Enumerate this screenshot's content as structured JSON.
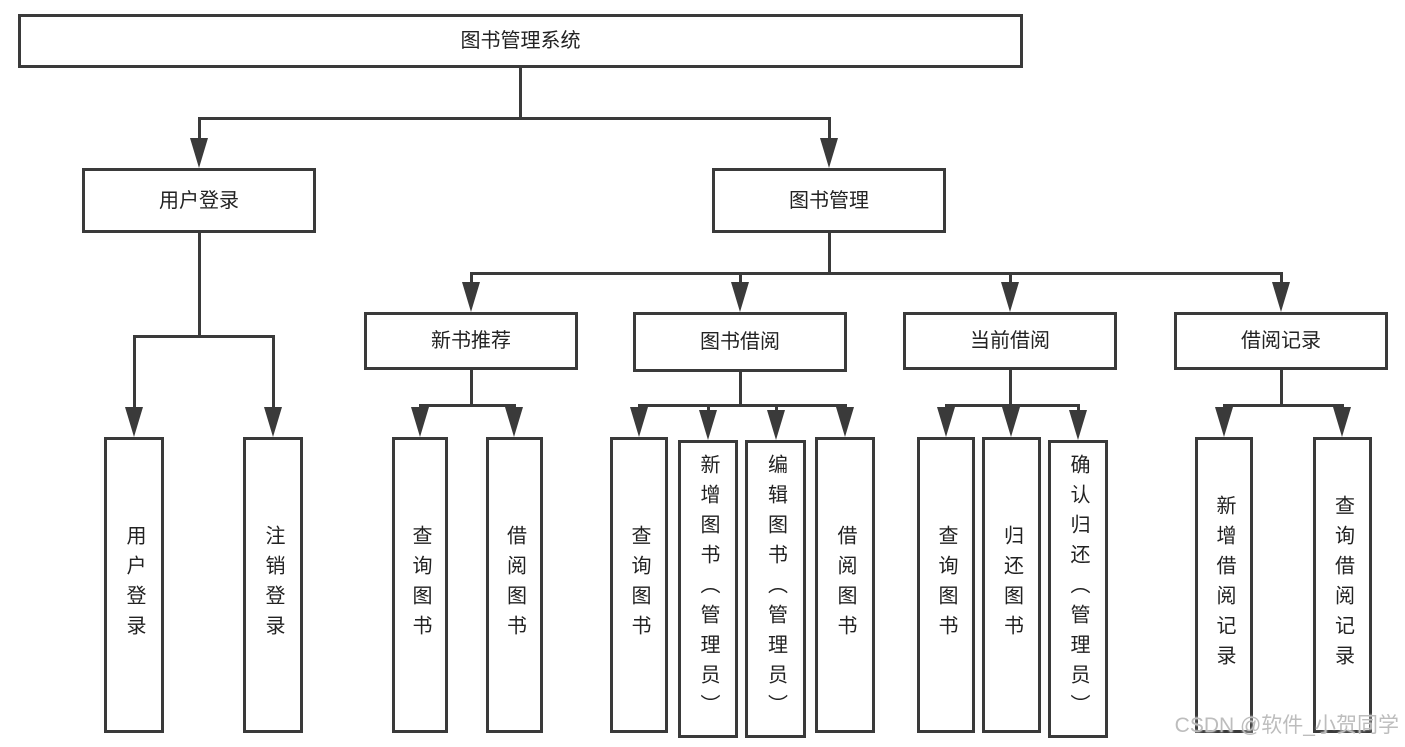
{
  "diagram": {
    "title": "图书管理系统",
    "watermark": "CSDN @软件_小贺同学",
    "colors": {
      "line": "#3a3a3a",
      "text": "#222222",
      "watermark": "#bdbdbd",
      "background": "#ffffff"
    },
    "nodes": [
      {
        "id": "root",
        "label": "图书管理系统"
      },
      {
        "id": "user-login",
        "label": "用户登录"
      },
      {
        "id": "book-mgmt",
        "label": "图书管理"
      },
      {
        "id": "new-book-rec",
        "label": "新书推荐"
      },
      {
        "id": "book-borrow",
        "label": "图书借阅"
      },
      {
        "id": "current-borrow",
        "label": "当前借阅"
      },
      {
        "id": "borrow-records",
        "label": "借阅记录"
      },
      {
        "id": "login-leaf",
        "label": "用户登录"
      },
      {
        "id": "logout-leaf",
        "label": "注销登录"
      },
      {
        "id": "nb-query-books",
        "label": "查询图书"
      },
      {
        "id": "nb-borrow-books",
        "label": "借阅图书"
      },
      {
        "id": "bb-query-books",
        "label": "查询图书"
      },
      {
        "id": "bb-add-books",
        "label": "新增图书（管理员）"
      },
      {
        "id": "bb-edit-books",
        "label": "编辑图书（管理员）"
      },
      {
        "id": "bb-borrow-books",
        "label": "借阅图书"
      },
      {
        "id": "cb-query-books",
        "label": "查询图书"
      },
      {
        "id": "cb-return-books",
        "label": "归还图书"
      },
      {
        "id": "cb-confirm-return",
        "label": "确认归还（管理员）"
      },
      {
        "id": "br-add-record",
        "label": "新增借阅记录"
      },
      {
        "id": "br-query-record",
        "label": "查询借阅记录"
      }
    ]
  }
}
